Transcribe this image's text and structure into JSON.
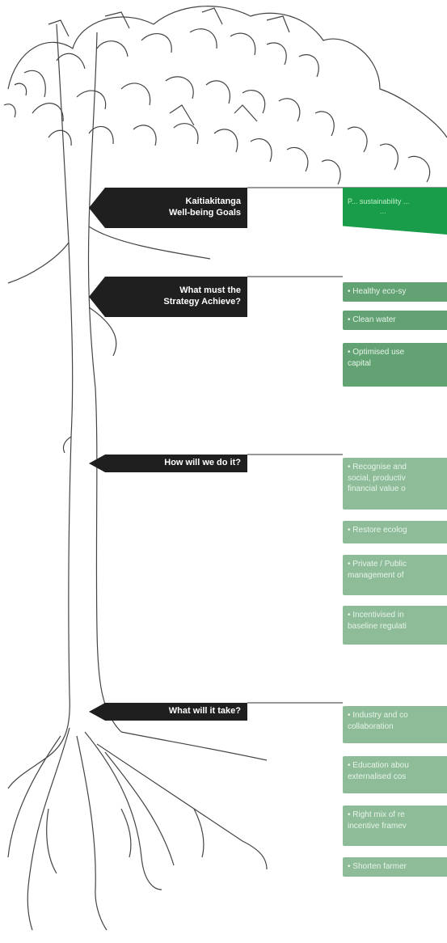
{
  "sections": [
    {
      "label": "Kaitiakitanga\nWell-being Goals"
    },
    {
      "label": "What must the\nStrategy Achieve?"
    },
    {
      "label": "How will we do it?"
    },
    {
      "label": "What will it take?"
    }
  ],
  "goal_banner": {
    "text": "P... sustainability ...",
    "subtext": "..."
  },
  "strategy_items": [
    "• Healthy eco-sy",
    "• Clean water",
    "• Optimised use\ncapital"
  ],
  "method_items": [
    "• Recognise and\nsocial, productiv\nfinancial value o",
    "• Restore ecolog",
    "• Private / Public\nmanagement of",
    "• Incentivised in\nbaseline regulati"
  ],
  "requirement_items": [
    "• Industry and co\ncollaboration",
    "• Education abou\nexternalised cos",
    "• Right mix of re\nincentive framev",
    "• Shorten farmer"
  ],
  "colors": {
    "dark_tag": "#1f1f1f",
    "goal_green": "#1a9d4b",
    "box_green": "#63a373",
    "light_box_green": "#8fbc98"
  }
}
